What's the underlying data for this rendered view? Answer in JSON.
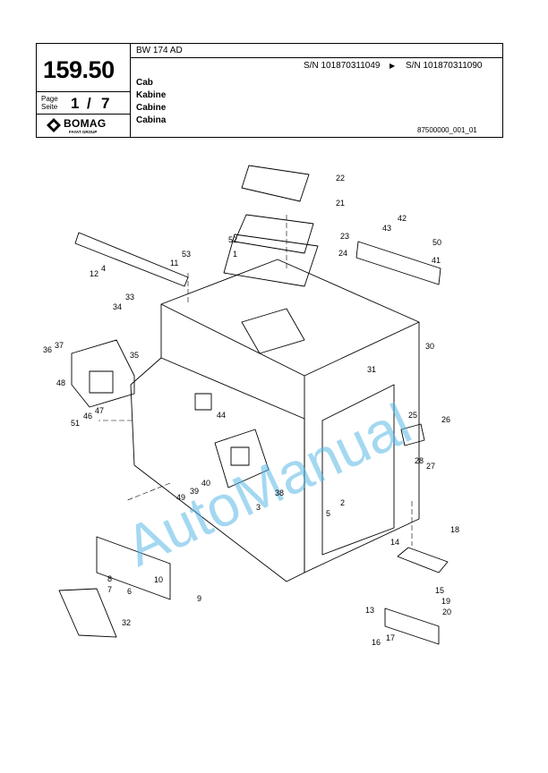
{
  "header": {
    "page_number": "159.50",
    "page_label_en": "Page",
    "page_label_de": "Seite",
    "page_current": "1",
    "page_separator": "/",
    "page_total": "7",
    "brand": "BOMAG",
    "brand_tagline": "FAYAT GROUP",
    "model": "BW 174 AD",
    "sn_from": "S/N 101870311049",
    "sn_arrow": "▶",
    "sn_to": "S/N 101870311090",
    "title_en": "Cab",
    "title_de": "Kabine",
    "title_fr": "Cabine",
    "title_it": "Cabina",
    "drawing_ref": "87500000_001_01"
  },
  "watermark": "AutoManual",
  "callouts": [
    "1",
    "2",
    "3",
    "4",
    "5",
    "6",
    "7",
    "8",
    "9",
    "10",
    "11",
    "12",
    "13",
    "14",
    "15",
    "16",
    "17",
    "18",
    "19",
    "20",
    "21",
    "22",
    "23",
    "24",
    "25",
    "26",
    "27",
    "28",
    "30",
    "31",
    "32",
    "33",
    "34",
    "35",
    "36",
    "37",
    "38",
    "39",
    "40",
    "41",
    "42",
    "43",
    "44",
    "46",
    "47",
    "48",
    "49",
    "50",
    "51",
    "52",
    "53"
  ]
}
